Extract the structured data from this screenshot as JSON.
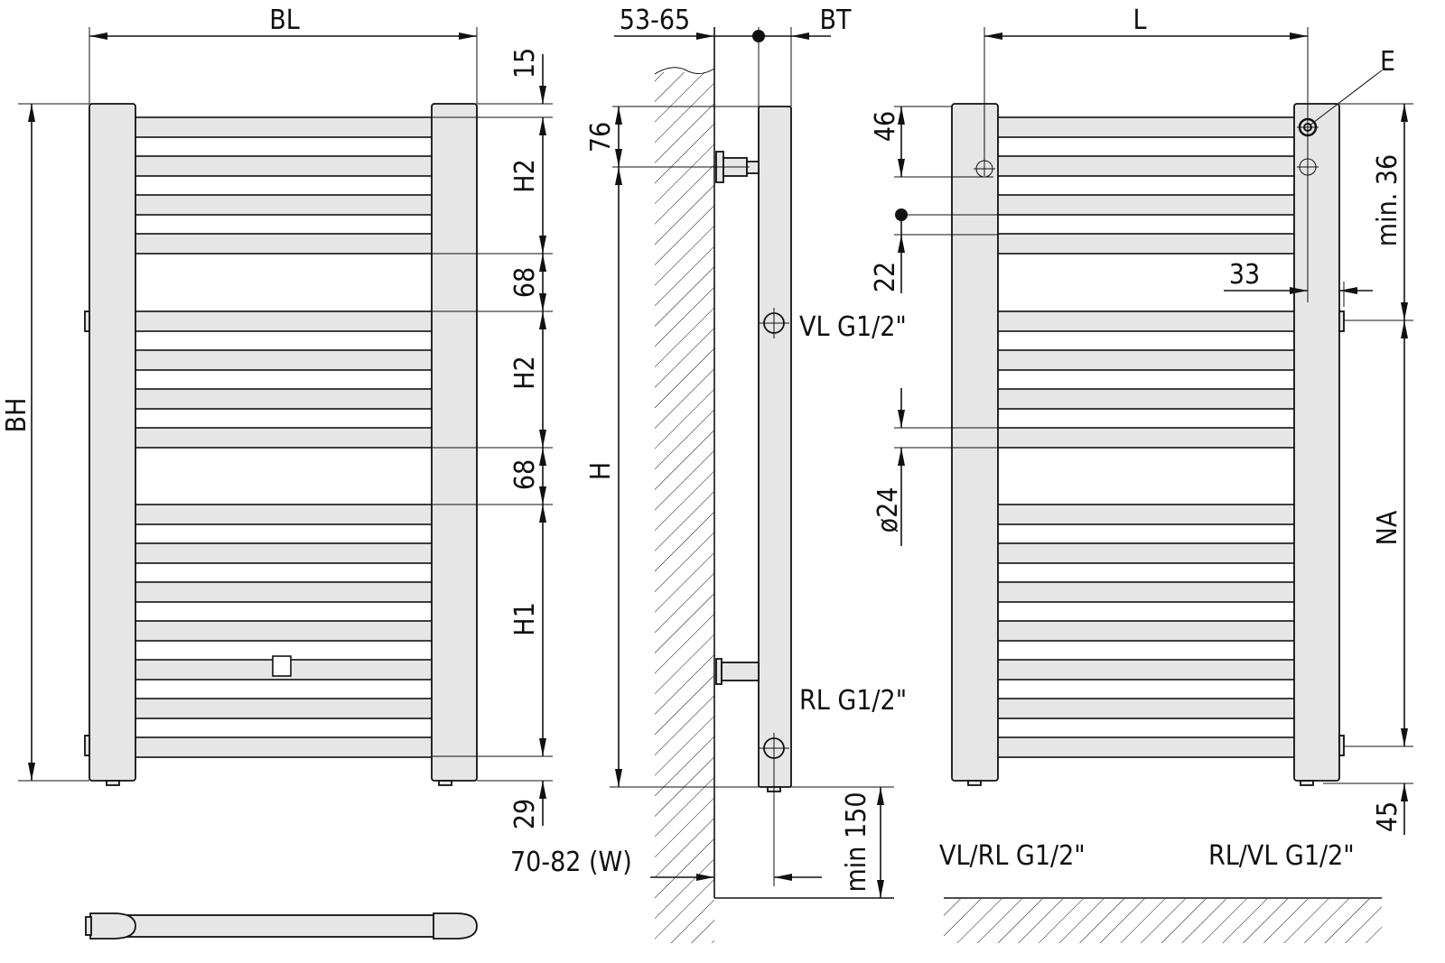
{
  "front_view": {
    "width_label": "BL",
    "height_label": "BH",
    "dims": [
      "15",
      "H2",
      "68",
      "H2",
      "68",
      "H1",
      "29"
    ]
  },
  "side_view": {
    "wall_distance_label": "53-65",
    "depth_label": "BT",
    "top_offset_label": "76",
    "height_label": "H",
    "supply_label": "VL G1/2\"",
    "return_label": "RL G1/2\"",
    "wall_gap_label": "70-82 (W)",
    "floor_clearance_label": "min 150"
  },
  "rear_view": {
    "length_label": "L",
    "vent_label": "E",
    "dim_46": "46",
    "dim_22": "22",
    "dim_33": "33",
    "dim_min36": "min. 36",
    "diameter_label": "ø24",
    "na_label": "NA",
    "dim_45": "45",
    "left_connection_label": "VL/RL G1/2\"",
    "right_connection_label": "RL/VL G1/2\""
  },
  "colors": {
    "fill": "#e6e6e6",
    "line": "#111111"
  }
}
